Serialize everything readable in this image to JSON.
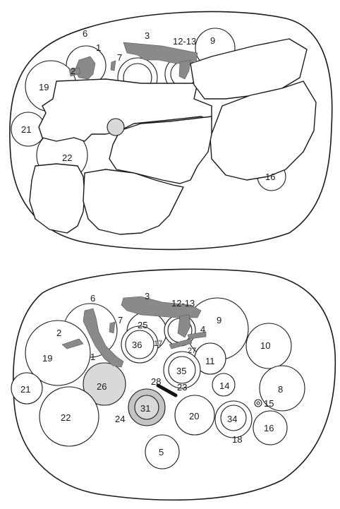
{
  "top_panel": {
    "labels": {
      "l6": "6",
      "l1": "1",
      "l7": "7",
      "l3": "3",
      "l12_13": "12-13",
      "l9": "9",
      "l2": "2",
      "l19": "19",
      "l21": "21",
      "l22": "22",
      "l16": "16"
    }
  },
  "bottom_panel": {
    "labels": {
      "l6": "6",
      "l3": "3",
      "l12_13": "12-13",
      "l9": "9",
      "l2": "2",
      "l7": "7",
      "l25": "25",
      "l4": "4",
      "l36": "36",
      "l17": "17",
      "l27": "27",
      "l10": "10",
      "l19": "19",
      "l1": "1",
      "l11": "11",
      "l35": "35",
      "l26": "26",
      "l28": "28",
      "l23": "23",
      "l14": "14",
      "l8": "8",
      "l21": "21",
      "l15": "15",
      "l31": "31",
      "l22": "22",
      "l24": "24",
      "l20": "20",
      "l34": "34",
      "l16": "16",
      "l18": "18",
      "l5": "5"
    }
  },
  "colors": {
    "stroke": "#1a1a1a",
    "hatch": "#8a8a8a",
    "shade": "#d9d9d9"
  }
}
